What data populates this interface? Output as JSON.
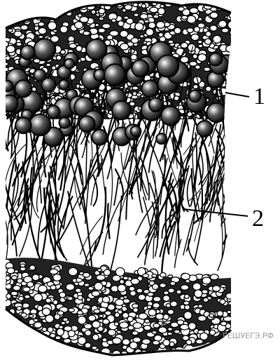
{
  "figure": {
    "labels": [
      {
        "id": "label-1",
        "text": "1"
      },
      {
        "id": "label-2",
        "text": "2"
      }
    ],
    "watermark": "РЕШУЕГЭ.РФ"
  }
}
